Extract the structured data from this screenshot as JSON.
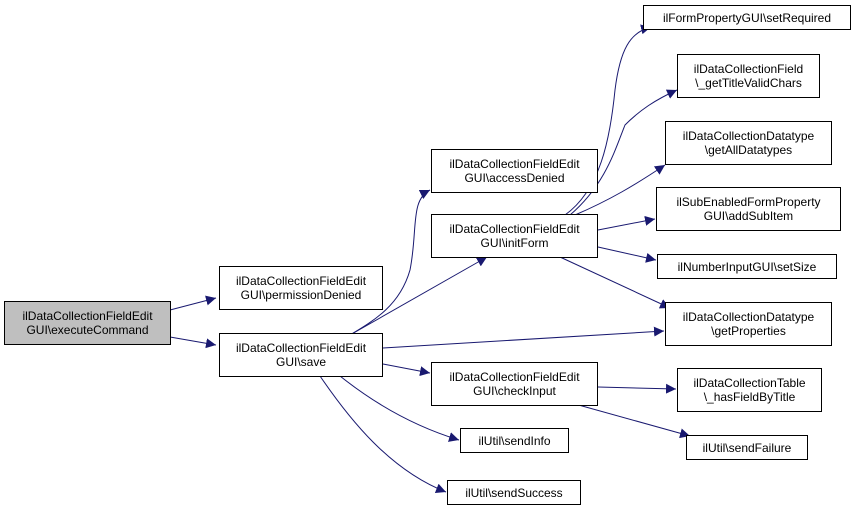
{
  "colors": {
    "edge": "#191970",
    "node_border": "#000000",
    "root_fill": "#bfbfbf",
    "node_fill": "#ffffff"
  },
  "nodes": {
    "execute_command": {
      "line1": "ilDataCollectionFieldEdit",
      "line2": "GUI\\executeCommand"
    },
    "permission_denied": {
      "line1": "ilDataCollectionFieldEdit",
      "line2": "GUI\\permissionDenied"
    },
    "save": {
      "line1": "ilDataCollectionFieldEdit",
      "line2": "GUI\\save"
    },
    "access_denied": {
      "line1": "ilDataCollectionFieldEdit",
      "line2": "GUI\\accessDenied"
    },
    "init_form": {
      "line1": "ilDataCollectionFieldEdit",
      "line2": "GUI\\initForm"
    },
    "check_input": {
      "line1": "ilDataCollectionFieldEdit",
      "line2": "GUI\\checkInput"
    },
    "send_info": {
      "line1": "ilUtil\\sendInfo"
    },
    "send_success": {
      "line1": "ilUtil\\sendSuccess"
    },
    "set_required": {
      "line1": "ilFormPropertyGUI\\setRequired"
    },
    "title_valid_chars": {
      "line1": "ilDataCollectionField",
      "line2": "\\_getTitleValidChars"
    },
    "all_datatypes": {
      "line1": "ilDataCollectionDatatype",
      "line2": "\\getAllDatatypes"
    },
    "add_sub_item": {
      "line1": "ilSubEnabledFormProperty",
      "line2": "GUI\\addSubItem"
    },
    "set_size": {
      "line1": "ilNumberInputGUI\\setSize"
    },
    "get_properties": {
      "line1": "ilDataCollectionDatatype",
      "line2": "\\getProperties"
    },
    "has_field_by_title": {
      "line1": "ilDataCollectionTable",
      "line2": "\\_hasFieldByTitle"
    },
    "send_failure": {
      "line1": "ilUtil\\sendFailure"
    }
  }
}
